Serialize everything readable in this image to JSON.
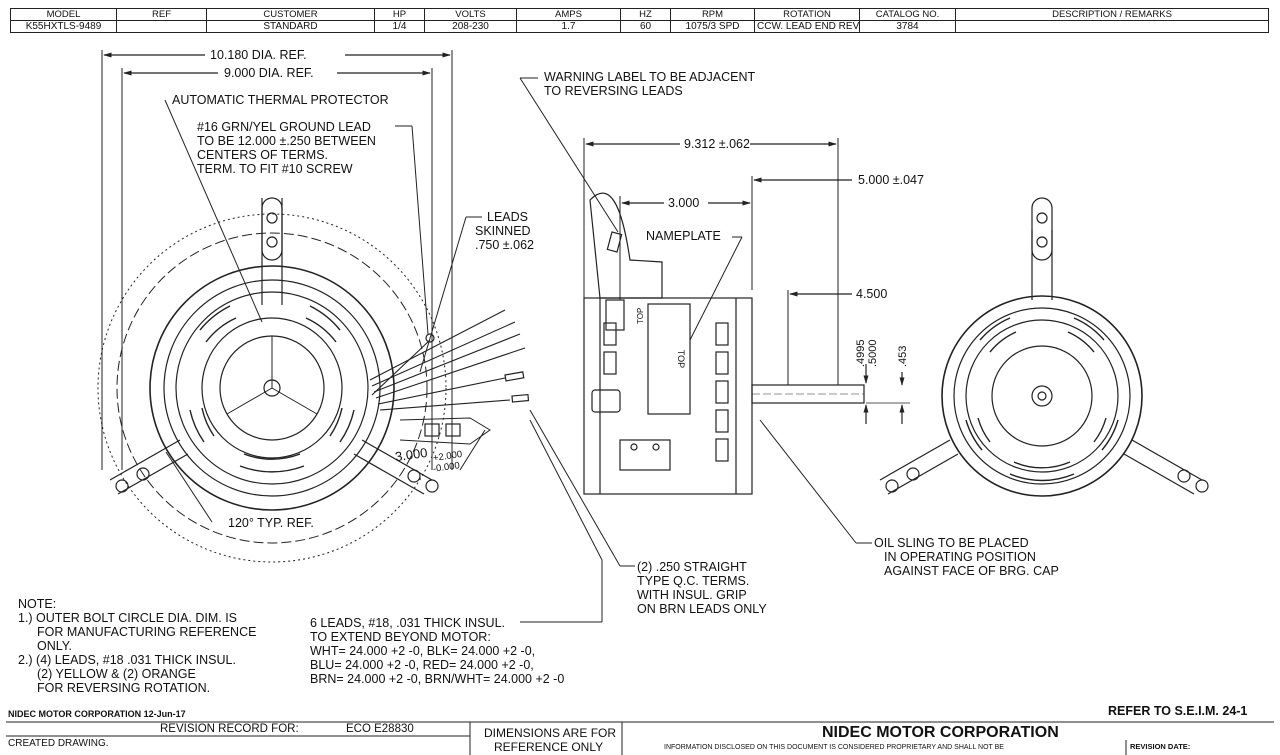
{
  "spec_table": {
    "headers": [
      "MODEL",
      "REF",
      "CUSTOMER",
      "HP",
      "VOLTS",
      "AMPS",
      "HZ",
      "RPM",
      "ROTATION",
      "CATALOG NO.",
      "DESCRIPTION / REMARKS"
    ],
    "values": [
      "K55HXTLS-9489",
      "",
      "STANDARD",
      "1/4",
      "208-230",
      "1.7",
      "60",
      "1075/3 SPD",
      "CCW. LEAD END REV",
      "3784",
      ""
    ]
  },
  "front_view": {
    "dia_outer": "10.180  DIA. REF.",
    "dia_inner": "9.000  DIA. REF.",
    "thermal_protector": "AUTOMATIC THERMAL PROTECTOR",
    "ground_lead": [
      "#16 GRN/YEL GROUND LEAD",
      "TO BE 12.000 ±.250 BETWEEN",
      "CENTERS OF TERMS.",
      "TERM. TO FIT #10 SCREW"
    ],
    "leads_skinned": [
      "LEADS",
      "SKINNED",
      ".750 ±.062"
    ],
    "lead_length": "3.000",
    "lead_tol_plus": "+2.000",
    "lead_tol_minus": "-0.000",
    "angle": "120°  TYP. REF."
  },
  "side_view": {
    "warning": [
      "WARNING LABEL TO BE ADJACENT",
      "TO REVERSING LEADS"
    ],
    "overall_length": "9.312  ±.062",
    "dim_3000": "3.000",
    "dim_5000": "5.000  ±.047",
    "nameplate": "NAMEPLATE",
    "dim_4500": "4.500",
    "shaft_dia_a": ".4995",
    "shaft_dia_b": ".5000",
    "flat": ".453",
    "top_a": "TOP",
    "top_b": "TOP",
    "oil_sling": [
      "OIL SLING TO BE PLACED",
      "IN OPERATING POSITION",
      "AGAINST FACE OF BRG. CAP"
    ],
    "qc_terms": [
      "(2) .250 STRAIGHT",
      "TYPE Q.C. TERMS.",
      "WITH INSUL. GRIP",
      "ON BRN LEADS ONLY"
    ]
  },
  "notes": {
    "title": "NOTE:",
    "lines": [
      "1.) OUTER BOLT CIRCLE DIA. DIM. IS",
      "FOR MANUFACTURING REFERENCE",
      "ONLY.",
      "2.) (4) LEADS, #18 .031 THICK INSUL.",
      "(2) YELLOW & (2) ORANGE",
      "FOR REVERSING ROTATION."
    ]
  },
  "leads_note": [
    "6 LEADS, #18, .031 THICK INSUL.",
    "TO EXTEND BEYOND MOTOR:",
    "WHT= 24.000 +2 -0, BLK= 24.000 +2 -0,",
    "BLU= 24.000 +2 -0, RED= 24.000 +2 -0,",
    "BRN= 24.000 +2 -0, BRN/WHT= 24.000 +2 -0"
  ],
  "title_block": {
    "company_date": "NIDEC MOTOR CORPORATION 12-Jun-17",
    "refer": "REFER TO S.E.I.M. 24-1",
    "revision_record": "REVISION RECORD FOR:",
    "eco": "ECO E28830",
    "created": "CREATED DRAWING.",
    "dims_ref_1": "DIMENSIONS ARE FOR",
    "dims_ref_2": "REFERENCE ONLY",
    "company": "NIDEC MOTOR CORPORATION",
    "info": "INFORMATION DISCLOSED ON THIS DOCUMENT IS CONSIDERED PROPRIETARY AND SHALL NOT BE",
    "revision_date": "REVISION DATE:"
  }
}
